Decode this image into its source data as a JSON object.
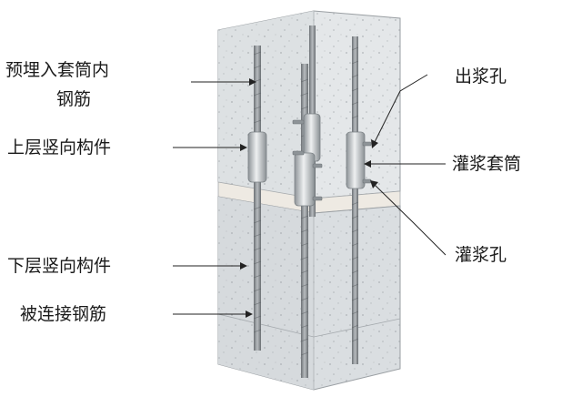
{
  "labels": {
    "embedded_rebar_line1": "预埋入套筒内",
    "embedded_rebar_line2": "钢筋",
    "upper_member": "上层竖向构件",
    "lower_member": "下层竖向构件",
    "connected_rebar": "被连接钢筋",
    "outlet_hole": "出浆孔",
    "grout_sleeve": "灌浆套筒",
    "inlet_hole": "灌浆孔"
  },
  "colors": {
    "concrete_fill": "#d9dde0",
    "concrete_edge": "#8c9296",
    "rebar": "#7d8286",
    "sleeve": "#b9bec2",
    "text": "#1a1a1a"
  }
}
